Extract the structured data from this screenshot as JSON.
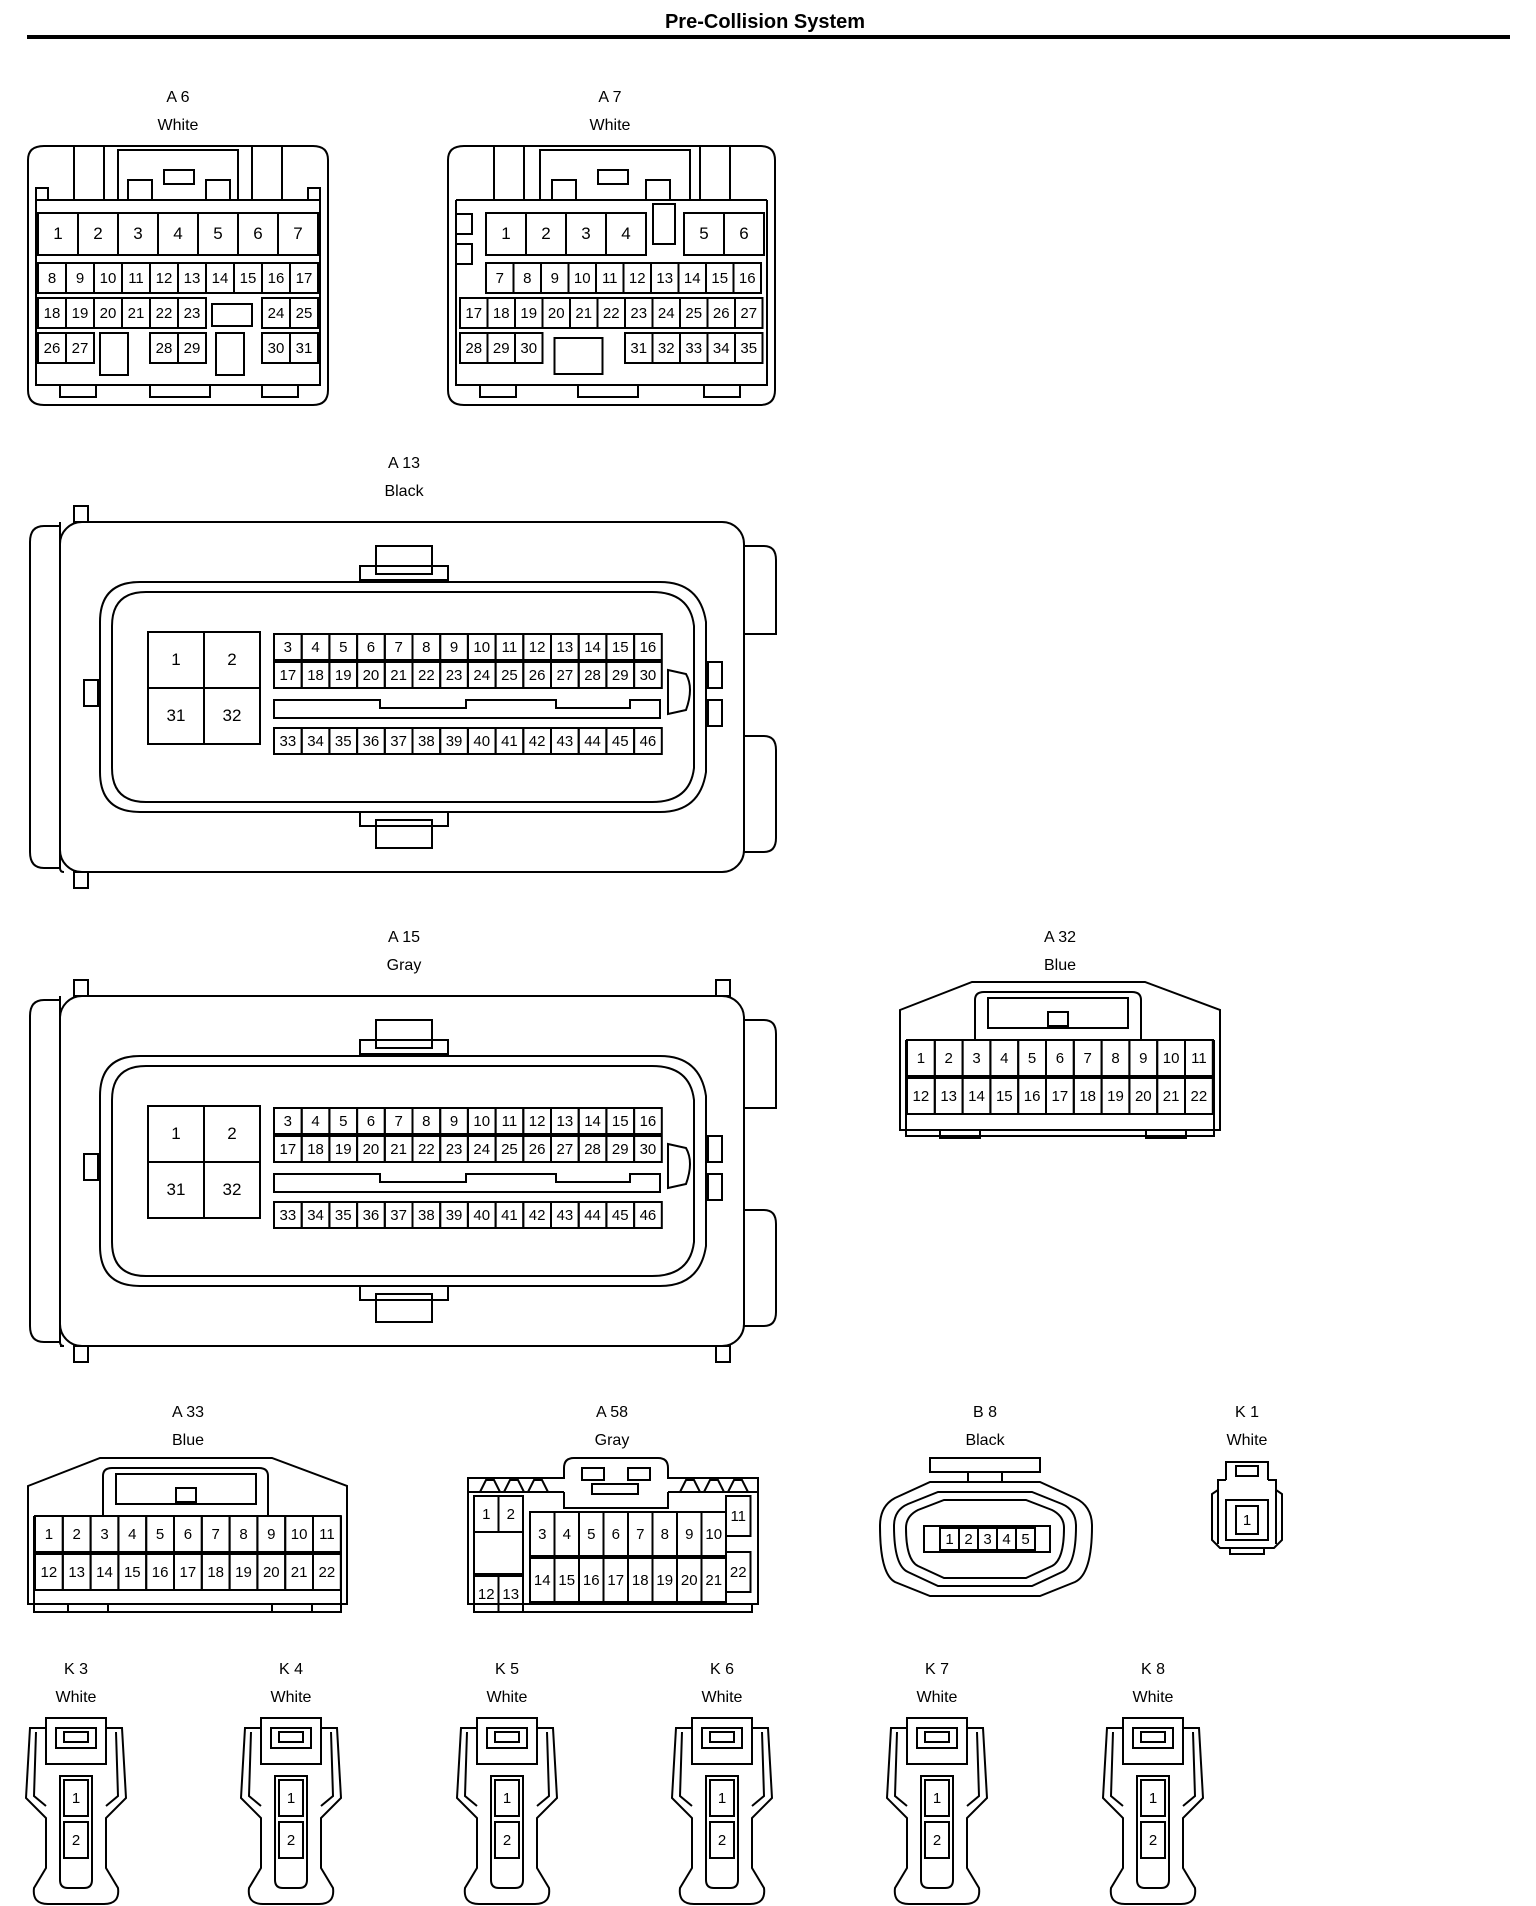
{
  "title": "Pre-Collision System",
  "connectors": {
    "A6": {
      "id": "A 6",
      "color": "White"
    },
    "A7": {
      "id": "A 7",
      "color": "White"
    },
    "A13": {
      "id": "A 13",
      "color": "Black"
    },
    "A15": {
      "id": "A 15",
      "color": "Gray"
    },
    "A32": {
      "id": "A 32",
      "color": "Blue"
    },
    "A33": {
      "id": "A 33",
      "color": "Blue"
    },
    "A58": {
      "id": "A 58",
      "color": "Gray"
    },
    "B8": {
      "id": "B 8",
      "color": "Black"
    },
    "K1": {
      "id": "K 1",
      "color": "White"
    },
    "K3": {
      "id": "K 3",
      "color": "White"
    },
    "K4": {
      "id": "K 4",
      "color": "White"
    },
    "K5": {
      "id": "K 5",
      "color": "White"
    },
    "K6": {
      "id": "K 6",
      "color": "White"
    },
    "K7": {
      "id": "K 7",
      "color": "White"
    },
    "K8": {
      "id": "K 8",
      "color": "White"
    }
  }
}
